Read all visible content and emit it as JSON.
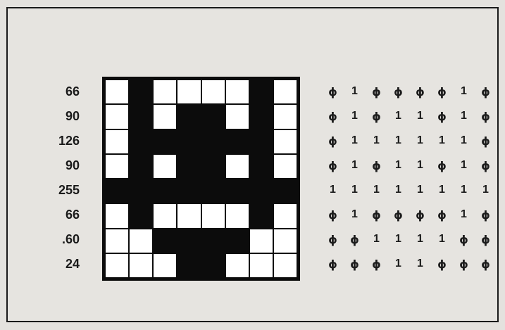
{
  "rows": [
    {
      "decimal": "66",
      "bits": [
        "ϕ",
        "1",
        "ϕ",
        "ϕ",
        "ϕ",
        "ϕ",
        "1",
        "ϕ"
      ]
    },
    {
      "decimal": "90",
      "bits": [
        "ϕ",
        "1",
        "ϕ",
        "1",
        "1",
        "ϕ",
        "1",
        "ϕ"
      ]
    },
    {
      "decimal": "126",
      "bits": [
        "ϕ",
        "1",
        "1",
        "1",
        "1",
        "1",
        "1",
        "ϕ"
      ]
    },
    {
      "decimal": "90",
      "bits": [
        "ϕ",
        "1",
        "ϕ",
        "1",
        "1",
        "ϕ",
        "1",
        "ϕ"
      ]
    },
    {
      "decimal": "255",
      "bits": [
        "1",
        "1",
        "1",
        "1",
        "1",
        "1",
        "1",
        "1"
      ]
    },
    {
      "decimal": "66",
      "bits": [
        "ϕ",
        "1",
        "ϕ",
        "ϕ",
        "ϕ",
        "ϕ",
        "1",
        "ϕ"
      ]
    },
    {
      "decimal": ".60",
      "bits": [
        "ϕ",
        "ϕ",
        "1",
        "1",
        "1",
        "1",
        "ϕ",
        "ϕ"
      ]
    },
    {
      "decimal": "24",
      "bits": [
        "ϕ",
        "ϕ",
        "ϕ",
        "1",
        "1",
        "ϕ",
        "ϕ",
        "ϕ"
      ]
    }
  ],
  "pixel_grid": [
    [
      1,
      0,
      1,
      1,
      1,
      1,
      0,
      1
    ],
    [
      1,
      0,
      1,
      0,
      0,
      1,
      0,
      1
    ],
    [
      1,
      0,
      0,
      0,
      0,
      0,
      0,
      1
    ],
    [
      1,
      0,
      1,
      0,
      0,
      1,
      0,
      1
    ],
    [
      0,
      0,
      0,
      0,
      0,
      0,
      0,
      0
    ],
    [
      1,
      0,
      1,
      1,
      1,
      1,
      0,
      1
    ],
    [
      1,
      1,
      0,
      0,
      0,
      0,
      1,
      1
    ],
    [
      1,
      1,
      1,
      0,
      0,
      1,
      1,
      1
    ]
  ],
  "colors": {
    "background": "#e4e2de",
    "ink": "#0c0c0c",
    "cell_white": "#ffffff"
  }
}
